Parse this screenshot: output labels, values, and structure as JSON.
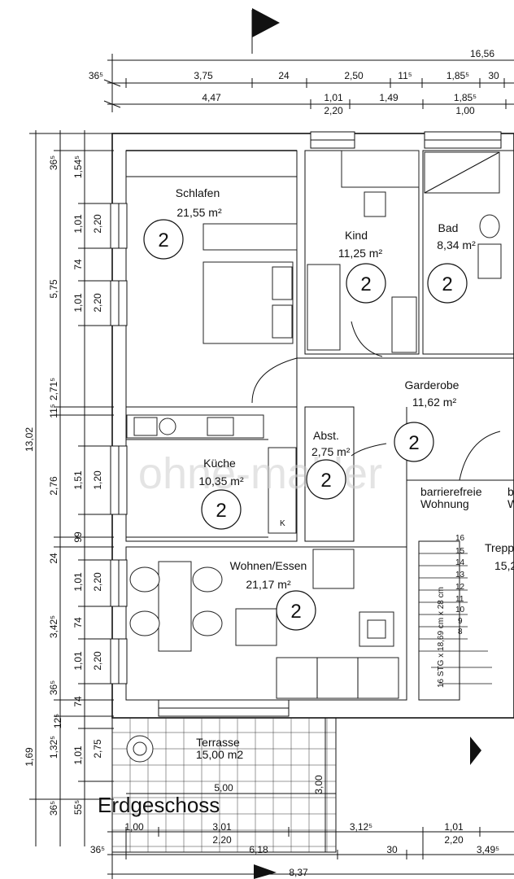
{
  "plan_title": "Erdgeschoss",
  "watermark": "ohne-makler",
  "rooms": [
    {
      "name": "Schlafen",
      "area": "21,55 m²",
      "marker": "2"
    },
    {
      "name": "Kind",
      "area": "11,25 m²",
      "marker": "2"
    },
    {
      "name": "Bad",
      "area": "8,34 m²",
      "marker": "2"
    },
    {
      "name": "Garderobe",
      "area": "11,62 m²",
      "marker": "2"
    },
    {
      "name": "Abst.",
      "area": "2,75 m²",
      "marker": "2"
    },
    {
      "name": "Küche",
      "area": "10,35 m²",
      "marker": "2"
    },
    {
      "name": "Wohnen/Essen",
      "area": "21,17 m²",
      "marker": "2"
    },
    {
      "name": "Terrasse",
      "area": "15,00 m2"
    },
    {
      "name": "Trepp",
      "area": "15,2"
    }
  ],
  "labels": {
    "barrierefrei_1": "barrierefreie",
    "barrierefrei_2": "Wohnung",
    "cut_b": "b",
    "cut_w": "W",
    "stair_note": "16 STG x 18,69 cm x 28 cm",
    "stair_steps": [
      "16",
      "15",
      "14",
      "13",
      "12",
      "11",
      "10",
      "9",
      "8"
    ],
    "fridge_k": "K"
  },
  "dims_top": {
    "row1": [
      "16,56"
    ],
    "row2": [
      "36⁵",
      "3,75",
      "24",
      "2,50",
      "11⁵",
      "1,85⁵",
      "30"
    ],
    "row3": [
      "4,47",
      "1,01",
      "1,49",
      "1,85⁵"
    ],
    "row3b": [
      "2,20",
      "1,00"
    ]
  },
  "dims_left": {
    "outer": [
      "13,02"
    ],
    "mid": [
      "36⁵",
      "5,75",
      "11⁵",
      "2,71⁵",
      "2,76",
      "24",
      "3,42⁵",
      "36⁵",
      "1,69",
      "36⁵"
    ],
    "inner": [
      "1,54⁵",
      "1,01",
      "74",
      "1,01",
      "1,51",
      "99",
      "1,01",
      "74",
      "1,01",
      "74",
      "12⁵",
      "1,32⁵",
      "55⁵"
    ],
    "inner2": [
      "2,20",
      "2,20",
      "1,20",
      "2,20",
      "2,20",
      "1,01",
      "2,75"
    ]
  },
  "dims_bottom": {
    "terrace": [
      "5,00",
      "3,00",
      "1,00",
      "3,01",
      "2,20",
      "3,12⁵",
      "1,01",
      "2,20"
    ],
    "row1": [
      "36⁵",
      "6,18",
      "30",
      "3,49⁵"
    ],
    "row2": [
      "8,37"
    ]
  }
}
